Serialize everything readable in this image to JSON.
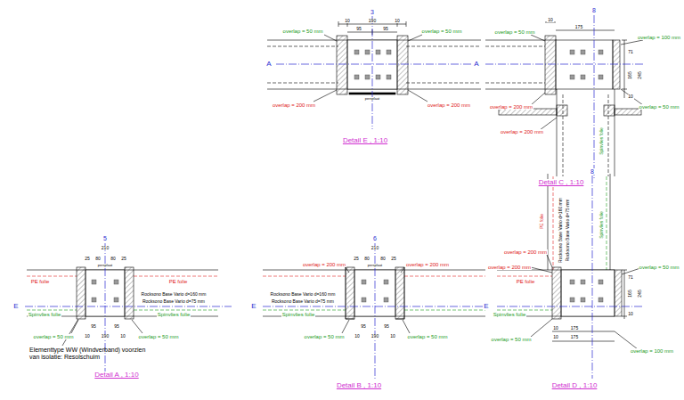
{
  "diagram": {
    "labels": [
      "3",
      "10",
      "190",
      "10",
      "95",
      "95",
      "overlap = 50 mm",
      "overlap = 50 mm",
      "A",
      "persplaat",
      "overlap = 200 mm",
      "overlap = 200 mm",
      "Detail E , 1:10",
      "8",
      "overlap = 50 mm",
      "10",
      "175",
      "overlap = 100 mm",
      "A",
      "71",
      "165",
      "245",
      "10",
      "overlap = 50 mm",
      "overlap = 200 mm",
      "overlap = 200 mm",
      "Spinvlies folie",
      "Detail C , 1:10",
      "5",
      "210",
      "25",
      "80",
      "80",
      "25",
      "persplaat",
      "PE folie",
      "PE folie",
      "Rocksono Base Vario d=160 mm",
      "Rocksono Base Vario d=75 mm",
      "Spinvlies folie",
      "Spinvlies folie",
      "E",
      "95",
      "95",
      "10",
      "190",
      "10",
      "overlap = 50 mm",
      "overlap = 50 mm",
      "Elementtype WW (Windverband) voorzien van isolatie: Resolschuim",
      "Detail A , 1:10",
      "6",
      "210",
      "25",
      "80",
      "80",
      "25",
      "persplaat",
      "overlap = 200 mm",
      "overlap = 200 mm",
      "Rocksono Base Vario d=160 mm",
      "Rocksono Base Vario d=75 mm",
      "Spinvlies folie",
      "E",
      "95",
      "95",
      "10",
      "190",
      "10",
      "overlap = 50 mm",
      "overlap = 50 mm",
      "Detail B , 1:10",
      "8",
      "PE folie",
      "Rocksono Base Vario d=160 mm",
      "Rocksono Base Vario d=75 mm",
      "Spinvlies folie",
      "overlap = 200 mm",
      "overlap = 200 mm",
      "overlap = 50 mm",
      "PE folie",
      "71",
      "165",
      "245",
      "10",
      "E",
      "Spinvlies folie",
      "overlap = 50 mm",
      "10",
      "175",
      "10",
      "175",
      "overlap = 100 mm",
      "Detail D , 1:10"
    ]
  }
}
